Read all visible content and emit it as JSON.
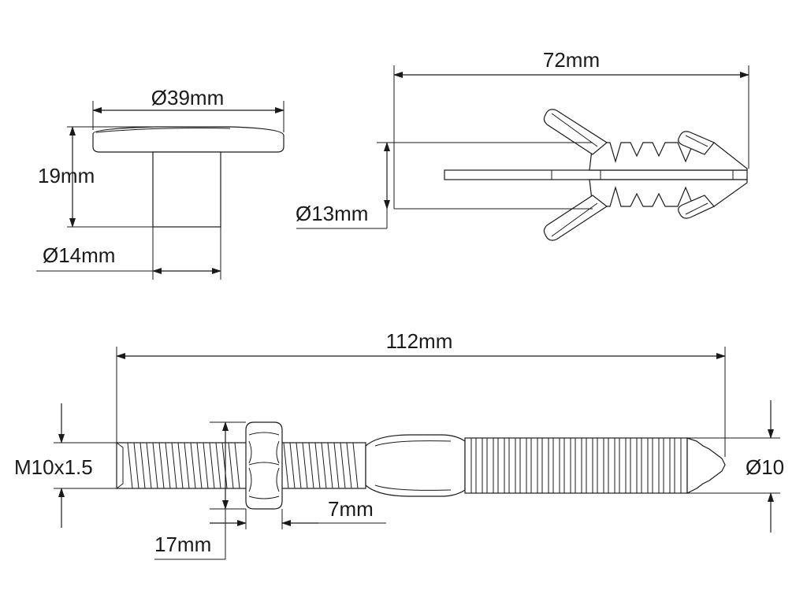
{
  "labels": {
    "cap_diameter": "Ø39mm",
    "cap_height": "19mm",
    "cap_stem_diameter": "Ø14mm",
    "plug_length": "72mm",
    "plug_diameter": "Ø13mm",
    "bolt_length": "112mm",
    "bolt_thread": "M10x1.5",
    "bolt_diameter": "Ø10",
    "nut_width": "17mm",
    "nut_thickness": "7mm"
  }
}
